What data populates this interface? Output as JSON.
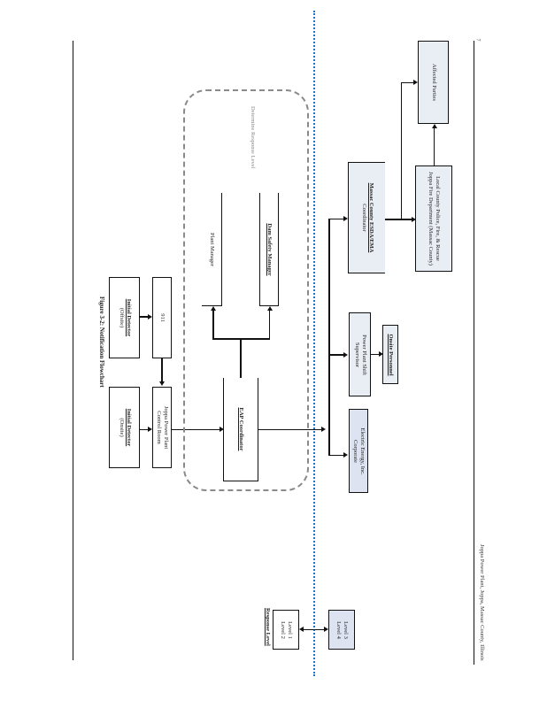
{
  "figure": {
    "title": "Figure 3-2: Notification Flowchart",
    "page_number": "7",
    "footer": "Joppa Power Plant, Joppa, Massac County, Illinois"
  },
  "colors": {
    "separator": "#1a73c8",
    "region_border": "#8a8a8a",
    "shaded_box": "#e9eef4",
    "blue_box": "#dde3f1"
  },
  "boxes": {
    "detector_offsite": {
      "title": "Initial Detector",
      "sub": "(Offsite)"
    },
    "detector_onsite": {
      "title": "Initial Detector",
      "sub": "(Onsite)"
    },
    "nine_one_one": {
      "label": "911"
    },
    "control_room": {
      "line1": "Joppa Power Plant",
      "line2": "Control Room"
    },
    "eap_coordinator": {
      "label": "EAP Coordinator"
    },
    "plant_manager": {
      "label": "Plant Manager"
    },
    "dam_safety_manager": {
      "label": "Dam Safety Manager"
    },
    "region_label": "Determine Response Level",
    "massac_ema": {
      "title": "Massac County ESDA/EMA",
      "sub": "Coordinator"
    },
    "shift_supervisor": {
      "line1": "Power Plant Shift",
      "line2": "Supervisor"
    },
    "onsite_personnel": {
      "label": "Onsite Personnel"
    },
    "eei_corporate": {
      "line1": "Electric Energy, Inc.",
      "line2": "Corporate"
    },
    "local_responders": {
      "line1": "Local County Police, Fire, & Rescue",
      "line2": "Joppa Fire Department (Massac County)"
    },
    "affected_parties": {
      "label": "Affected Parties"
    }
  },
  "legend": {
    "title": "Response Level",
    "left_box": {
      "line1": "Level 1",
      "line2": "Level 2"
    },
    "right_box": {
      "line1": "Level 3",
      "line2": "Level 4"
    }
  }
}
